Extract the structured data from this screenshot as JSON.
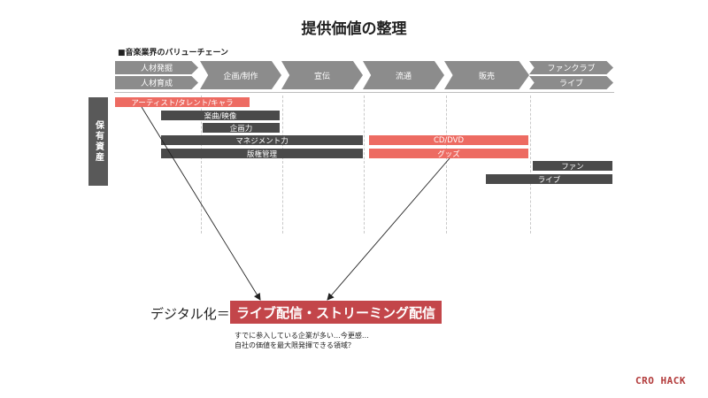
{
  "title": "提供価値の整理",
  "subtitle": "■音楽業界のバリューチェーン",
  "chain": {
    "talent_discovery": "人材発掘",
    "talent_training": "人材育成",
    "planning": "企画/制作",
    "promotion": "宣伝",
    "distribution": "流通",
    "sales": "販売",
    "fan_club": "ファンクラブ",
    "live": "ライブ"
  },
  "side_label": "保有資産",
  "assets": {
    "artist": "アーティスト/タレント/キャラ",
    "music_video": "楽曲/映像",
    "planning_power": "企画力",
    "management": "マネジメント力",
    "cd_dvd": "CD/DVD",
    "rights": "版権管理",
    "goods": "グッズ",
    "fan": "ファン",
    "live": "ライブ"
  },
  "digital_label": "デジタル化＝",
  "highlight": "ライブ配信・ストリーミング配信",
  "notes": [
    "すでに参入している企業が多い…今更感…",
    "自社の価値を最大限発揮できる領域？"
  ],
  "brand": "CRO HACK",
  "colors": {
    "chain": "#8c8c8c",
    "dark_bar": "#4a4a4a",
    "red_bar": "#ed6b62",
    "highlight": "#c3464a",
    "brand": "#b23a3a"
  }
}
